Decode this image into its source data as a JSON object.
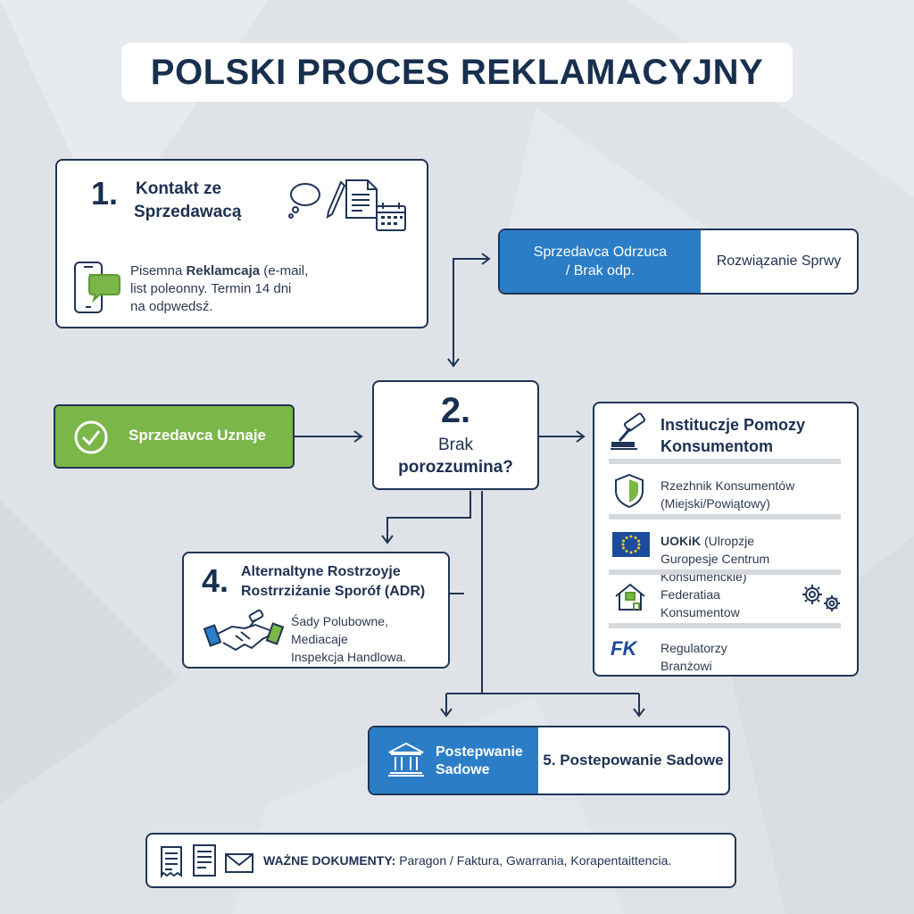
{
  "title": "POLSKI PROCES REKLAMACYJNY",
  "step1": {
    "number": "1.",
    "heading_line1": "Kontakt ze",
    "heading_line2": "Sprzedawacą",
    "desc_bold": "Reklamcaja",
    "desc_line1_pre": "Pisemna",
    "desc_line1_post": "(e-mail,",
    "desc_line2": "list poleonny. Termin 14 dni",
    "desc_line3": "na odpwedsź."
  },
  "refuse": {
    "left_line1": "Sprzedavca Odrzuca",
    "left_line2": "/ Brak odp.",
    "right": "Rozwiązanie Sprwy"
  },
  "accept": {
    "label": "Sprzedavca Uznaje"
  },
  "step2": {
    "number": "2.",
    "line1": "Brak",
    "line2": "porozzumina?"
  },
  "institutions": {
    "heading_line1": "Instituczje Pomozy",
    "heading_line2": "Konsumentom",
    "items": [
      {
        "line1": "Rzezhnik Konsumentów",
        "line2": "(Miejski/Powiątowy)"
      },
      {
        "line1_bold": "UOKiK",
        "line1_rest": " (Ulropzje",
        "line2": "Guropesje Centrum Konsumenckie)"
      },
      {
        "line1": "Federatiaa",
        "line2": "Konsumentow"
      },
      {
        "line1": "Regulatorzy",
        "line2": "Branżowi"
      }
    ],
    "fk_logo": "FK"
  },
  "step4": {
    "number": "4.",
    "heading_line1": "Alternaltyne Rostrzoyje",
    "heading_line2": "Rostrrziżanie Sporóf (ADR)",
    "desc_line1": "Śady Polubowne, Mediacaje",
    "desc_line2": "Inspekcja Handlowa."
  },
  "step5": {
    "left_line1": "Postepwanie",
    "left_line2": "Sadowe",
    "right": "5. Postepowanie Sadowe"
  },
  "documents": {
    "label": "WAŻNE DOKUMENTY:",
    "text": "Paragon / Faktura, Gwarrania, Korapentaittencia."
  },
  "colors": {
    "navy": "#1f3556",
    "blue": "#2b7dc6",
    "green": "#7ab648",
    "background": "#dfe3e8"
  }
}
